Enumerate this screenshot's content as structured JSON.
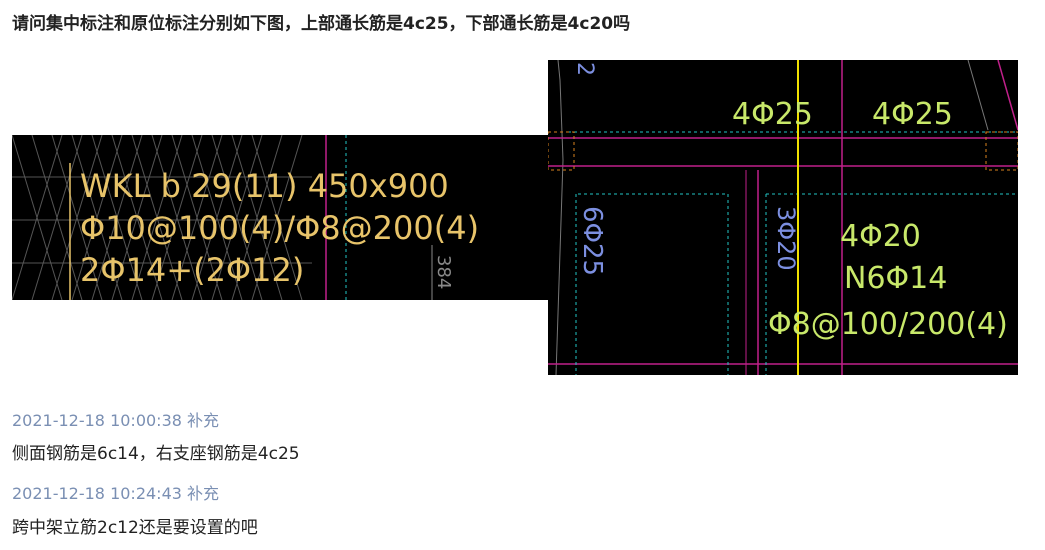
{
  "question": {
    "title": "请问集中标注和原位标注分别如下图，上部通长筋是4c25，下部通长筋是4c20吗"
  },
  "drawing_left": {
    "line1": "WKL b 29(11) 450x900",
    "line2": "Φ10@100(4)/Φ8@200(4)",
    "line3": "2Φ14+(2Φ12)",
    "side_label": "384"
  },
  "drawing_right": {
    "top_left": "4Φ25",
    "top_right": "4Φ25",
    "left_vertical": "6Φ25",
    "mid_vertical": "3Φ20",
    "bottom_main": "4Φ20",
    "side_bars": "N6Φ14",
    "stirrup": "Φ8@100/200(4)",
    "corner_mark": "2"
  },
  "supplements": [
    {
      "time": "2021-12-18 10:00:38 补充",
      "text": "侧面钢筋是6c14，右支座钢筋是4c25"
    },
    {
      "time": "2021-12-18 10:24:43 补充",
      "text": "跨中架立筋2c12还是要设置的吧"
    }
  ]
}
